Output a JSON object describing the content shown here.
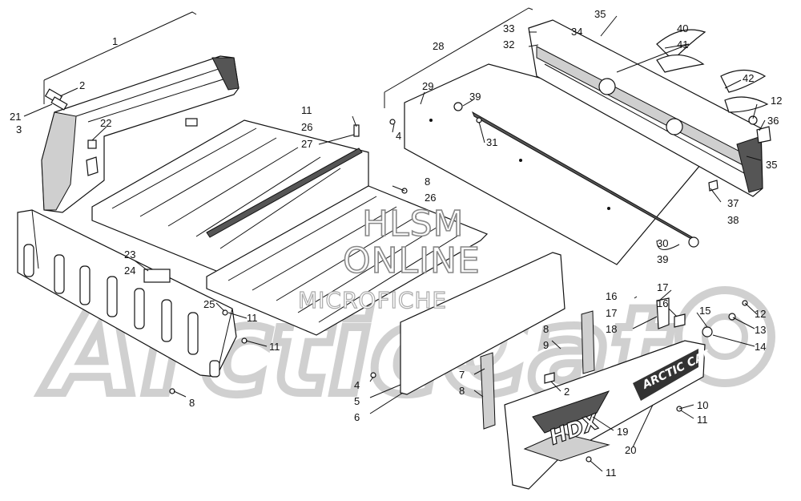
{
  "watermark": {
    "line1": "HLSM",
    "line2": "ONLINE",
    "line3": "MICROFICHE"
  },
  "background_logo": "ArcticCat",
  "decal": {
    "brand": "ARCTIC CAT",
    "model": "HDX"
  },
  "callouts": [
    {
      "id": "c1",
      "label": "1"
    },
    {
      "id": "c2",
      "label": "2"
    },
    {
      "id": "c21",
      "label": "21"
    },
    {
      "id": "c3",
      "label": "3"
    },
    {
      "id": "c22",
      "label": "22"
    },
    {
      "id": "c11a",
      "label": "11"
    },
    {
      "id": "c26a",
      "label": "26"
    },
    {
      "id": "c27",
      "label": "27"
    },
    {
      "id": "c8a",
      "label": "8"
    },
    {
      "id": "c26b",
      "label": "26"
    },
    {
      "id": "c28",
      "label": "28"
    },
    {
      "id": "c29",
      "label": "29"
    },
    {
      "id": "c4a",
      "label": "4"
    },
    {
      "id": "c33",
      "label": "33"
    },
    {
      "id": "c32",
      "label": "32"
    },
    {
      "id": "c35a",
      "label": "35"
    },
    {
      "id": "c34",
      "label": "34"
    },
    {
      "id": "c40",
      "label": "40"
    },
    {
      "id": "c41",
      "label": "41"
    },
    {
      "id": "c42",
      "label": "42"
    },
    {
      "id": "c39a",
      "label": "39"
    },
    {
      "id": "c31",
      "label": "31"
    },
    {
      "id": "c12a",
      "label": "12"
    },
    {
      "id": "c36",
      "label": "36"
    },
    {
      "id": "c35b",
      "label": "35"
    },
    {
      "id": "c37",
      "label": "37"
    },
    {
      "id": "c38",
      "label": "38"
    },
    {
      "id": "c30",
      "label": "30"
    },
    {
      "id": "c39b",
      "label": "39"
    },
    {
      "id": "c23",
      "label": "23"
    },
    {
      "id": "c24",
      "label": "24"
    },
    {
      "id": "c25",
      "label": "25"
    },
    {
      "id": "c11b",
      "label": "11"
    },
    {
      "id": "c11c",
      "label": "11"
    },
    {
      "id": "c8b",
      "label": "8"
    },
    {
      "id": "c16a",
      "label": "16"
    },
    {
      "id": "c17a",
      "label": "17"
    },
    {
      "id": "c17b",
      "label": "17"
    },
    {
      "id": "c16b",
      "label": "16"
    },
    {
      "id": "c15",
      "label": "15"
    },
    {
      "id": "c12b",
      "label": "12"
    },
    {
      "id": "c18",
      "label": "18"
    },
    {
      "id": "c13",
      "label": "13"
    },
    {
      "id": "c14",
      "label": "14"
    },
    {
      "id": "c8c",
      "label": "8"
    },
    {
      "id": "c9",
      "label": "9"
    },
    {
      "id": "c4b",
      "label": "4"
    },
    {
      "id": "c5",
      "label": "5"
    },
    {
      "id": "c6",
      "label": "6"
    },
    {
      "id": "c7",
      "label": "7"
    },
    {
      "id": "c8d",
      "label": "8"
    },
    {
      "id": "c2b",
      "label": "2"
    },
    {
      "id": "c10",
      "label": "10"
    },
    {
      "id": "c11d",
      "label": "11"
    },
    {
      "id": "c19",
      "label": "19"
    },
    {
      "id": "c20",
      "label": "20"
    },
    {
      "id": "c11e",
      "label": "11"
    }
  ]
}
